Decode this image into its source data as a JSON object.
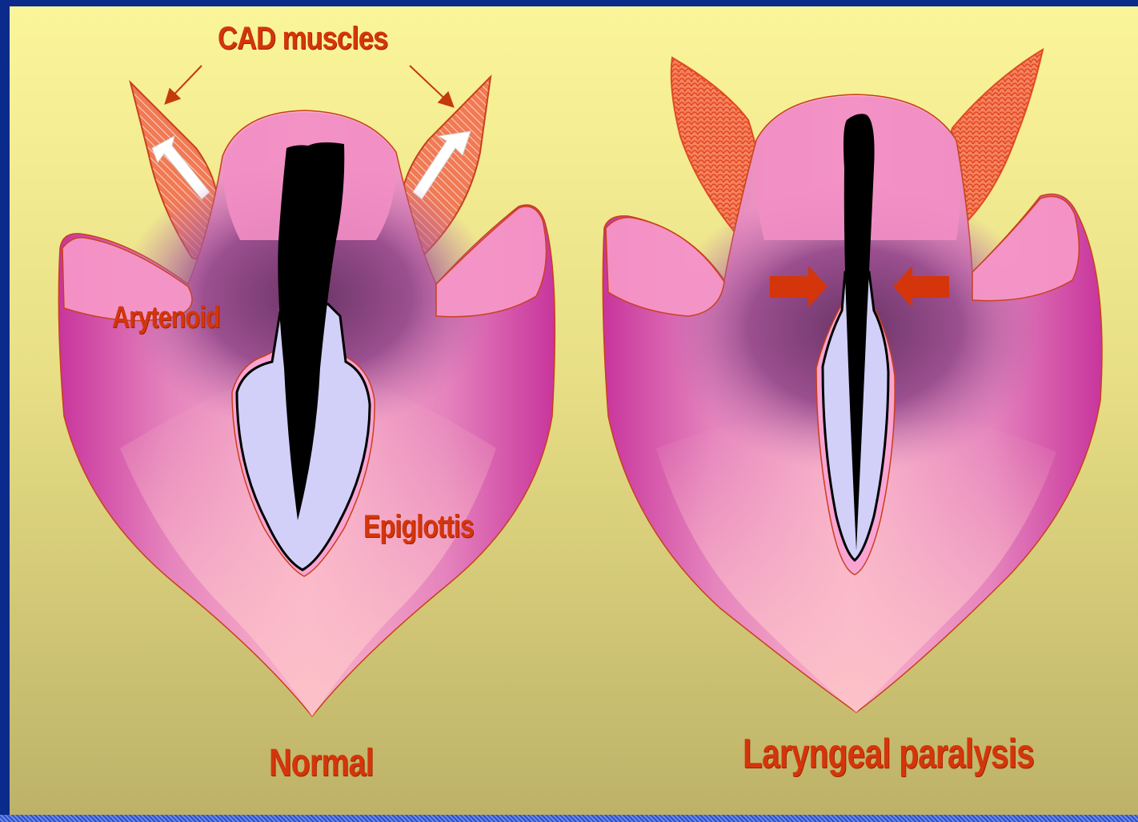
{
  "labels": {
    "cad_muscles": "CAD muscles",
    "arytenoid": "Arytenoid",
    "epiglottis": "Epiglottis",
    "normal": "Normal",
    "laryngeal_paralysis": "Laryngeal paralysis"
  },
  "colors": {
    "label_text": "#d4350a",
    "muscle_fill": "#f07a55",
    "tissue_pink": "#f58ec5",
    "tissue_magenta": "#d33aa0",
    "tissue_dark": "#7a3a70",
    "glottis": "#000000",
    "vocal_fold": "#d2d0f8",
    "frame_blue": "#0a2a8c"
  }
}
